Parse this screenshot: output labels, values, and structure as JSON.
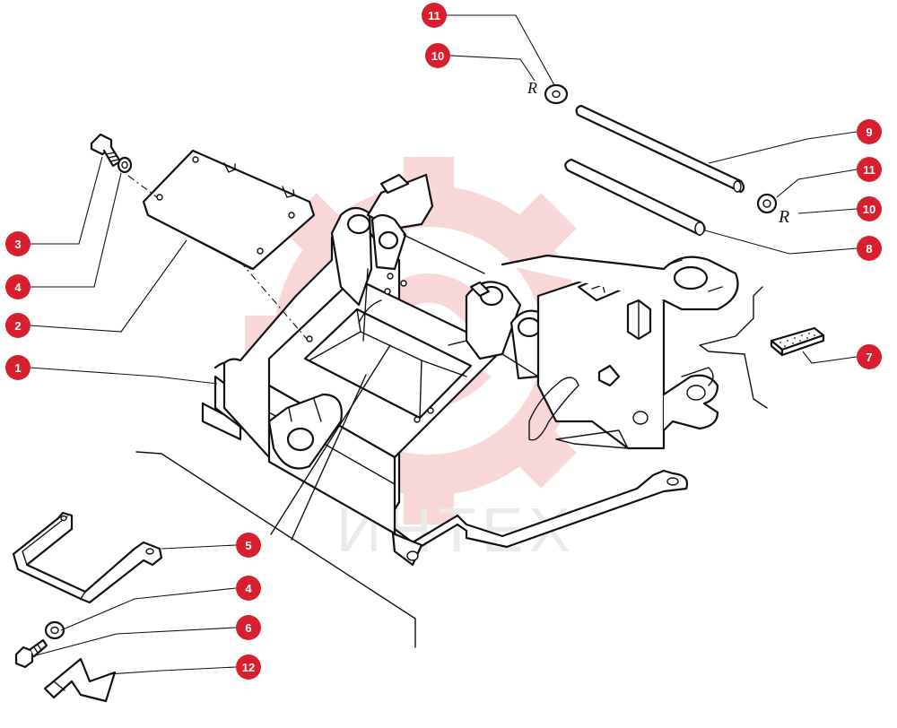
{
  "callouts": [
    {
      "id": "c11a",
      "label": "11"
    },
    {
      "id": "c10a",
      "label": "10"
    },
    {
      "id": "c9",
      "label": "9"
    },
    {
      "id": "c11b",
      "label": "11"
    },
    {
      "id": "c10b",
      "label": "10"
    },
    {
      "id": "c3",
      "label": "3"
    },
    {
      "id": "c4a",
      "label": "4"
    },
    {
      "id": "c2",
      "label": "2"
    },
    {
      "id": "c1",
      "label": "1"
    },
    {
      "id": "c8",
      "label": "8"
    },
    {
      "id": "c7",
      "label": "7"
    },
    {
      "id": "c5",
      "label": "5"
    },
    {
      "id": "c4b",
      "label": "4"
    },
    {
      "id": "c6",
      "label": "6"
    },
    {
      "id": "c12",
      "label": "12"
    }
  ],
  "labels": {
    "r_top": "R",
    "r_right": "R"
  },
  "watermark": {
    "text": "ИНТЕХ",
    "color": "#e8a3a3"
  },
  "colors": {
    "callout": "#d71f2e",
    "line": "#111111"
  }
}
